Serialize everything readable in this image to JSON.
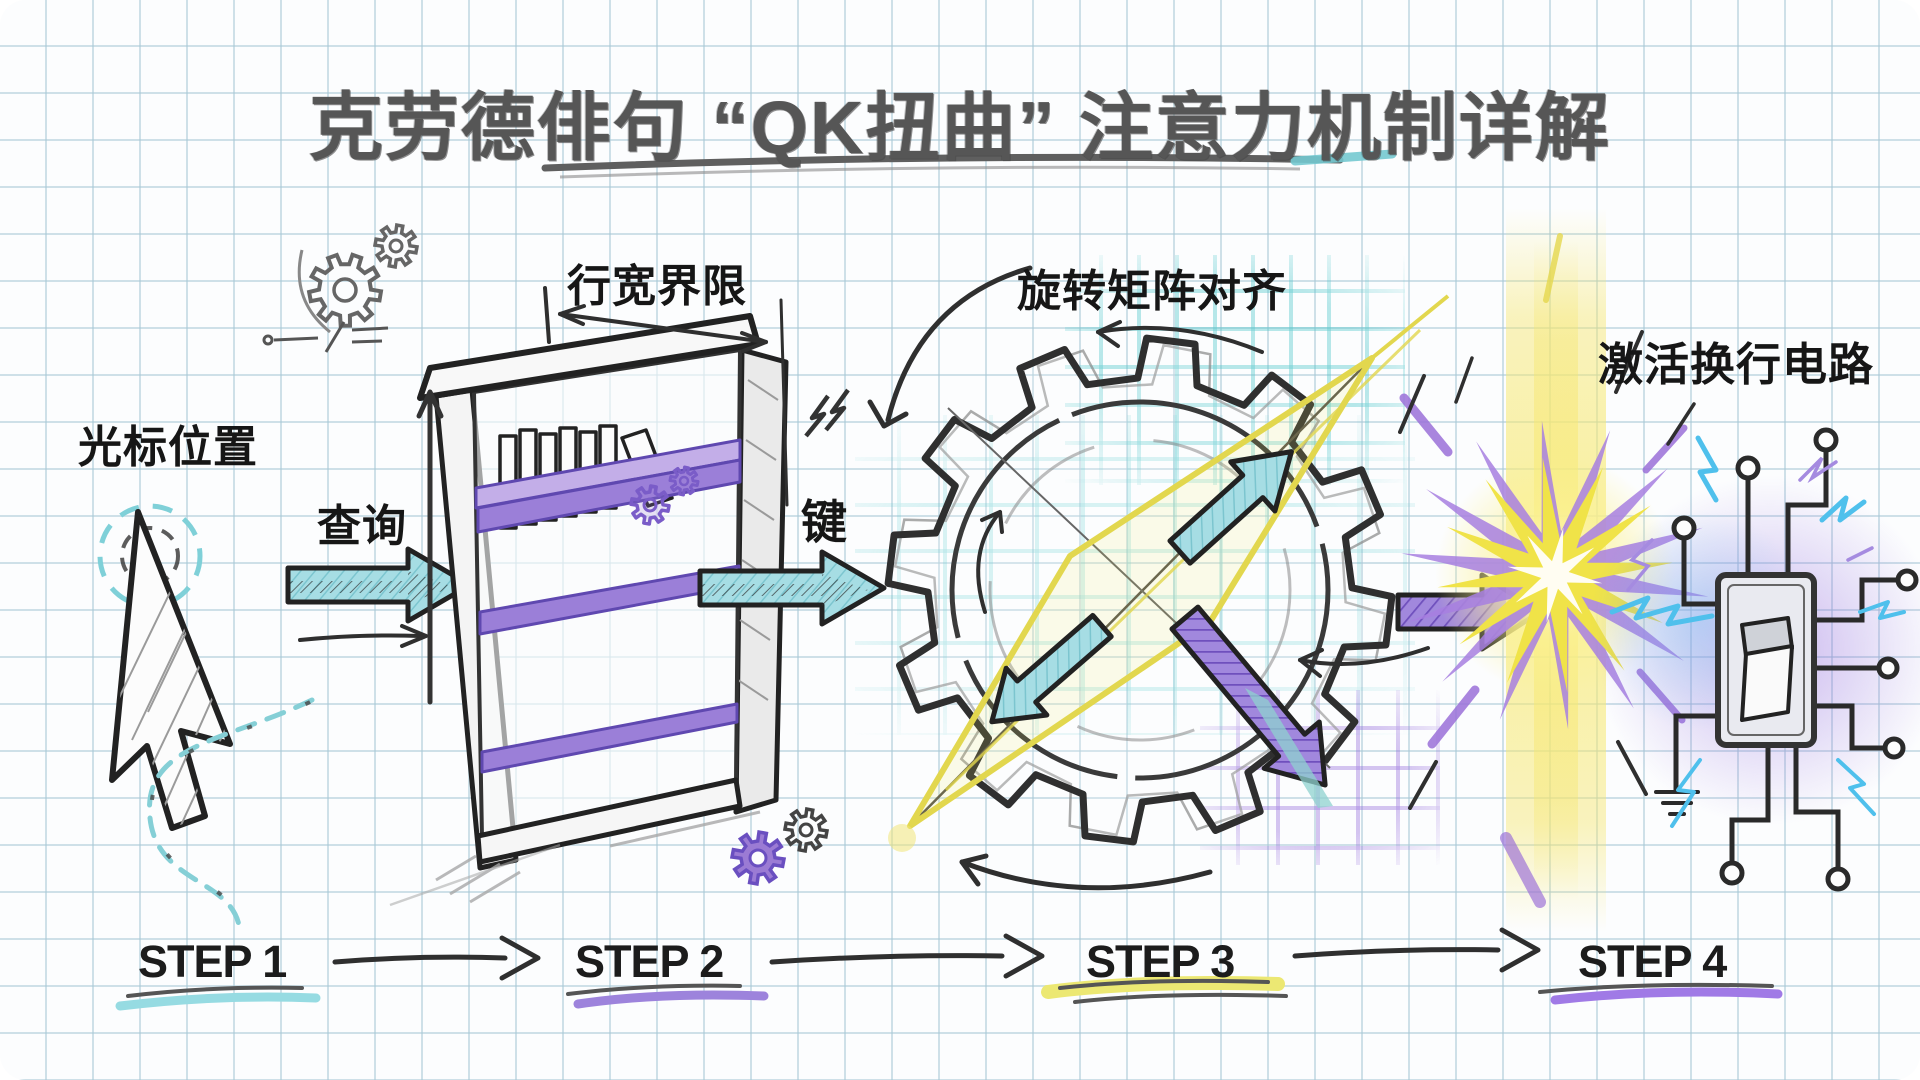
{
  "title": "克劳德俳句 “QK扭曲” 注意力机制详解",
  "labels": {
    "cursor_position": "光标位置",
    "query": "查询",
    "line_width_limit": "行宽界限",
    "key": "键",
    "rotation_alignment": "旋转矩阵对齐",
    "activate_circuit": "激活换行电路"
  },
  "steps": [
    {
      "label": "STEP 1",
      "underline_color": "#96dbe2"
    },
    {
      "label": "STEP 2",
      "underline_color": "#9d83dc"
    },
    {
      "label": "STEP 3",
      "underline_color": "#ece873"
    },
    {
      "label": "STEP 4",
      "underline_color": "#a07ae6"
    }
  ],
  "colors": {
    "cyan_arrow": "#a6dde4",
    "purple_accent": "#9b7fd8",
    "yellow_accent": "#f0e44c",
    "lightning_blue": "#4fc0ec",
    "ink": "#2f2f2f",
    "grid_line": "#a8c8d6"
  }
}
